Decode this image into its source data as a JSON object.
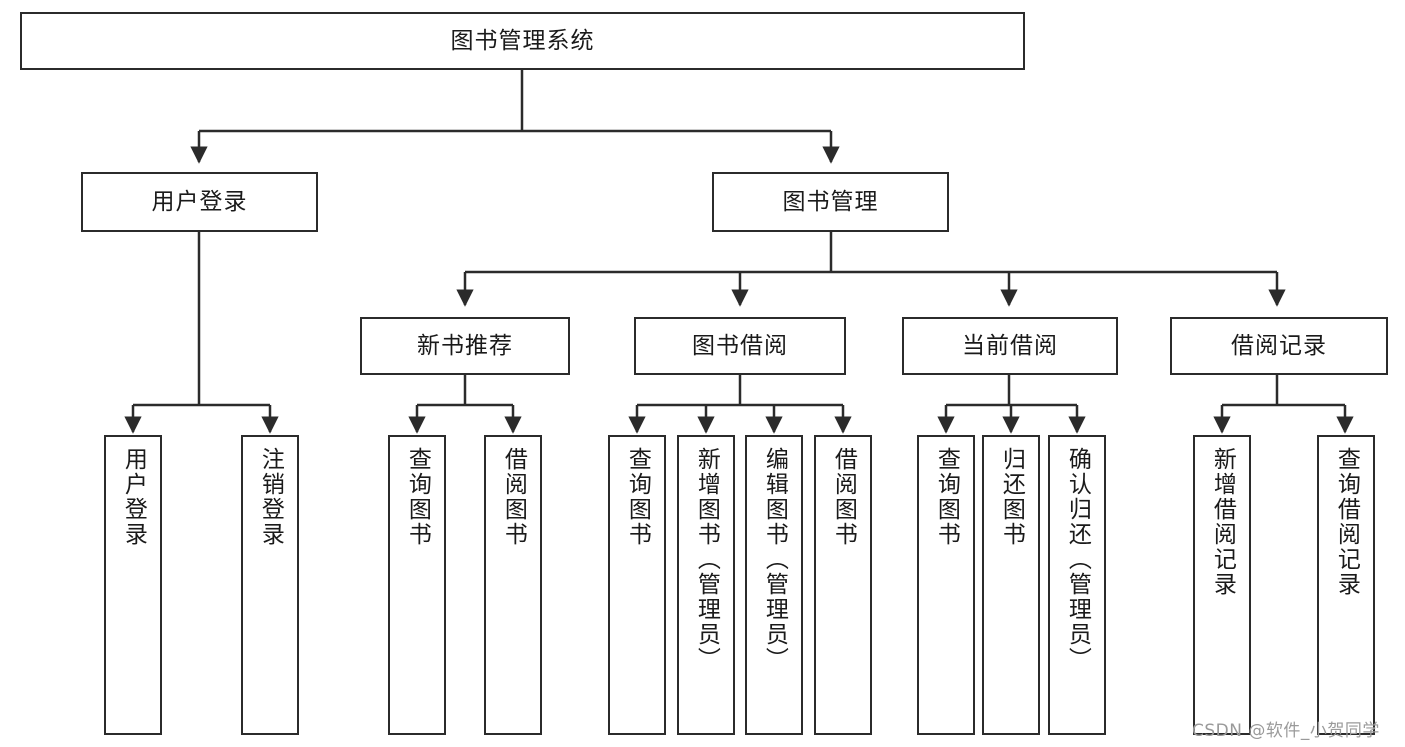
{
  "diagram": {
    "title": "图书管理系统",
    "type": "hierarchy-tree",
    "orientation": "top-down",
    "colors": {
      "box_border": "#2b2b2b",
      "box_fill": "#ffffff",
      "edge": "#2b2b2b",
      "text": "#1a1a1a",
      "watermark": "#9a9a9a"
    },
    "nodes": {
      "root": {
        "id": "root",
        "label": "图书管理系统",
        "level": 0
      },
      "level1": [
        {
          "id": "user-login",
          "label": "用户登录",
          "level": 1
        },
        {
          "id": "book-management",
          "label": "图书管理",
          "level": 1
        }
      ],
      "level2": [
        {
          "id": "new-book-recommend",
          "label": "新书推荐",
          "level": 2,
          "parent": "book-management"
        },
        {
          "id": "book-borrow",
          "label": "图书借阅",
          "level": 2,
          "parent": "book-management"
        },
        {
          "id": "current-borrow",
          "label": "当前借阅",
          "level": 2,
          "parent": "book-management"
        },
        {
          "id": "borrow-record",
          "label": "借阅记录",
          "level": 2,
          "parent": "book-management"
        }
      ],
      "leaves": [
        {
          "id": "leaf-user-login",
          "label": "用户登录",
          "parent": "user-login"
        },
        {
          "id": "leaf-user-logout",
          "label": "注销登录",
          "parent": "user-login"
        },
        {
          "id": "leaf-query-book-1",
          "label": "查询图书",
          "parent": "new-book-recommend"
        },
        {
          "id": "leaf-borrow-book-1",
          "label": "借阅图书",
          "parent": "new-book-recommend"
        },
        {
          "id": "leaf-query-book-2",
          "label": "查询图书",
          "parent": "book-borrow"
        },
        {
          "id": "leaf-add-book",
          "label": "新增图书（管理员）",
          "parent": "book-borrow"
        },
        {
          "id": "leaf-edit-book",
          "label": "编辑图书（管理员）",
          "parent": "book-borrow"
        },
        {
          "id": "leaf-borrow-book-2",
          "label": "借阅图书",
          "parent": "book-borrow"
        },
        {
          "id": "leaf-query-book-3",
          "label": "查询图书",
          "parent": "current-borrow"
        },
        {
          "id": "leaf-return-book",
          "label": "归还图书",
          "parent": "current-borrow"
        },
        {
          "id": "leaf-confirm-return",
          "label": "确认归还（管理员）",
          "parent": "current-borrow"
        },
        {
          "id": "leaf-add-record",
          "label": "新增借阅记录",
          "parent": "borrow-record"
        },
        {
          "id": "leaf-query-record",
          "label": "查询借阅记录",
          "parent": "borrow-record"
        }
      ]
    }
  },
  "watermark": {
    "text": "CSDN @软件_小贺同学"
  }
}
